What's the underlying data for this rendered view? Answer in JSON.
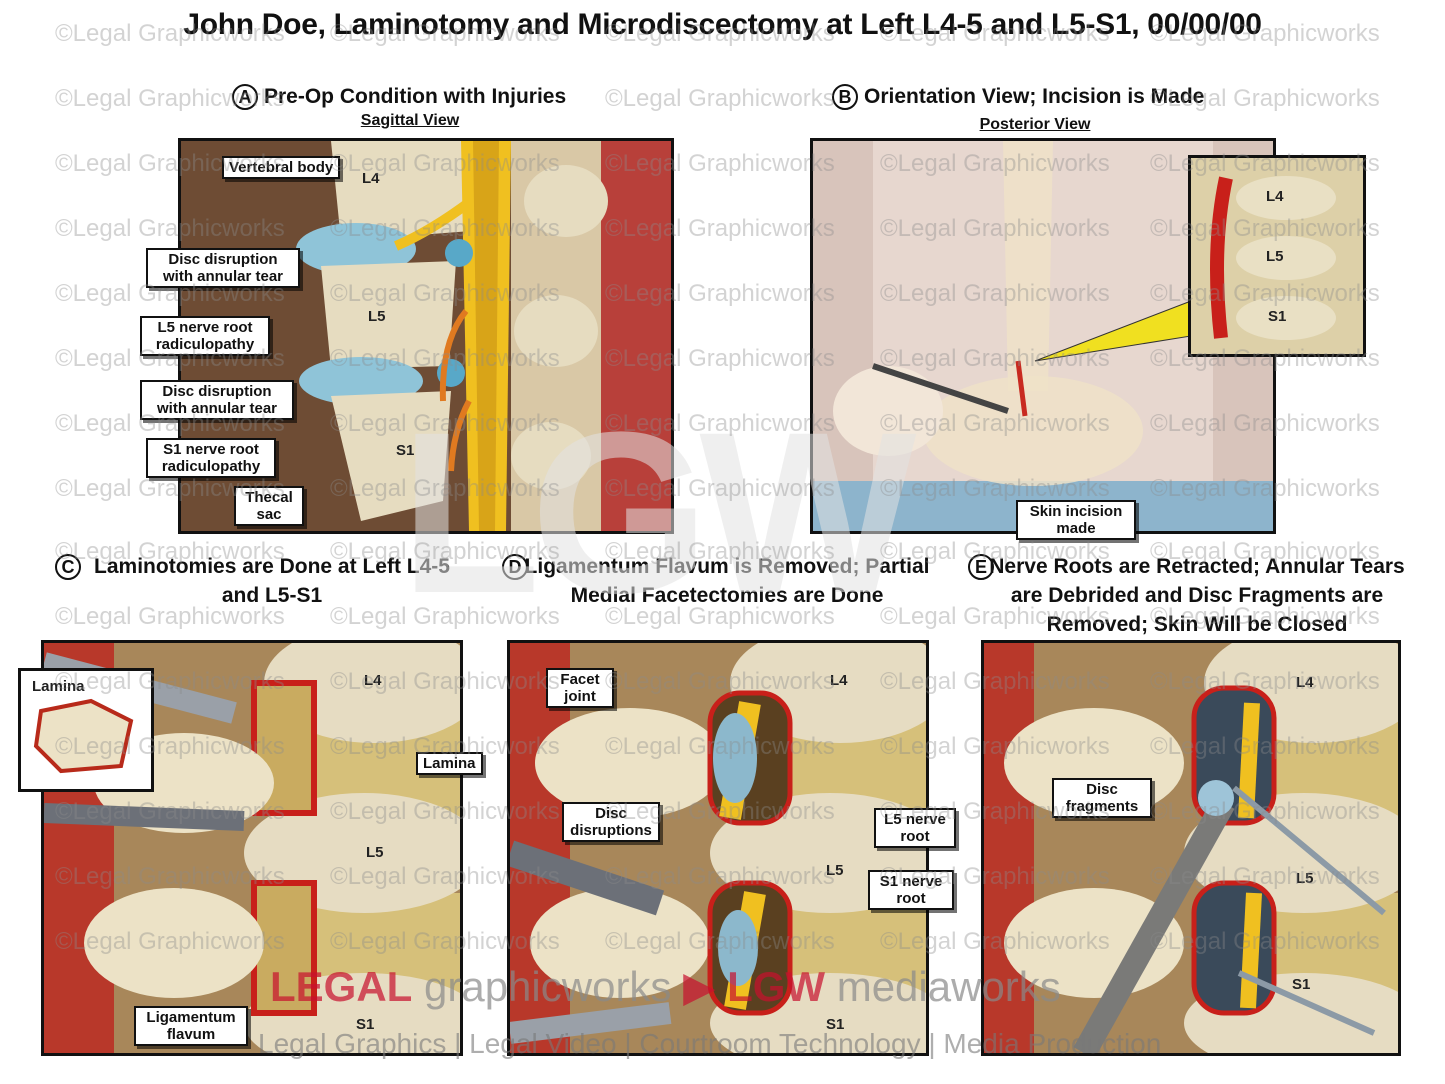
{
  "title": "John Doe, Laminotomy and Microdiscectomy at Left L4-5 and L5-S1, 00/00/00",
  "watermark_text": "©Legal Graphicworks",
  "panels": {
    "a": {
      "letter": "A",
      "title": "Pre-Op Condition with Injuries",
      "view": "Sagittal View",
      "labels": {
        "vertebral_body": "Vertebral body",
        "disc1": "Disc disruption with annular tear",
        "l5_root": "L5 nerve root radiculopathy",
        "disc2": "Disc disruption with annular tear",
        "s1_root": "S1 nerve root radiculopathy",
        "thecal": "Thecal sac"
      },
      "levels": {
        "l4": "L4",
        "l5": "L5",
        "s1": "S1"
      }
    },
    "b": {
      "letter": "B",
      "title": "Orientation View; Incision is Made",
      "view": "Posterior View",
      "labels": {
        "incision": "Skin incision made"
      },
      "levels": {
        "l4": "L4",
        "l5": "L5",
        "s1": "S1"
      }
    },
    "c": {
      "letter": "C",
      "title": "Laminotomies are Done at Left L4-5 and L5-S1",
      "labels": {
        "lamina_inset": "Lamina",
        "lamina": "Lamina",
        "flavum": "Ligamentum flavum"
      },
      "levels": {
        "l4": "L4",
        "l5": "L5",
        "s1": "S1"
      }
    },
    "d": {
      "letter": "D",
      "title": "Ligamentum Flavum is Removed; Partial Medial Facetectomies are Done",
      "labels": {
        "facet": "Facet joint",
        "disc": "Disc disruptions",
        "l5_root": "L5 nerve root",
        "s1_root": "S1 nerve root"
      },
      "levels": {
        "l4": "L4",
        "l5": "L5",
        "s1": "S1"
      }
    },
    "e": {
      "letter": "E",
      "title": "Nerve Roots are Retracted; Annular Tears are Debrided and Disc Fragments are Removed; Skin Will be Closed",
      "labels": {
        "fragments": "Disc fragments"
      },
      "levels": {
        "l4": "L4",
        "l5": "L5",
        "s1": "S1"
      }
    }
  },
  "overlay": {
    "big_mark": "LGW"
  },
  "branding": {
    "legal": "LEGAL",
    "graphicworks": " graphicworks",
    "play": " ▶ ",
    "lgw": "LGW",
    "mediaworks": " mediaworks",
    "tagline": "Legal Graphics | Legal Video | Courtroom Technology | Media Production"
  },
  "colors": {
    "bone": "#e8dcb8",
    "nerve": "#f0c020",
    "disc": "#7fb4c8",
    "tissue": "#b83a2a",
    "brand_red": "#c8102e"
  }
}
